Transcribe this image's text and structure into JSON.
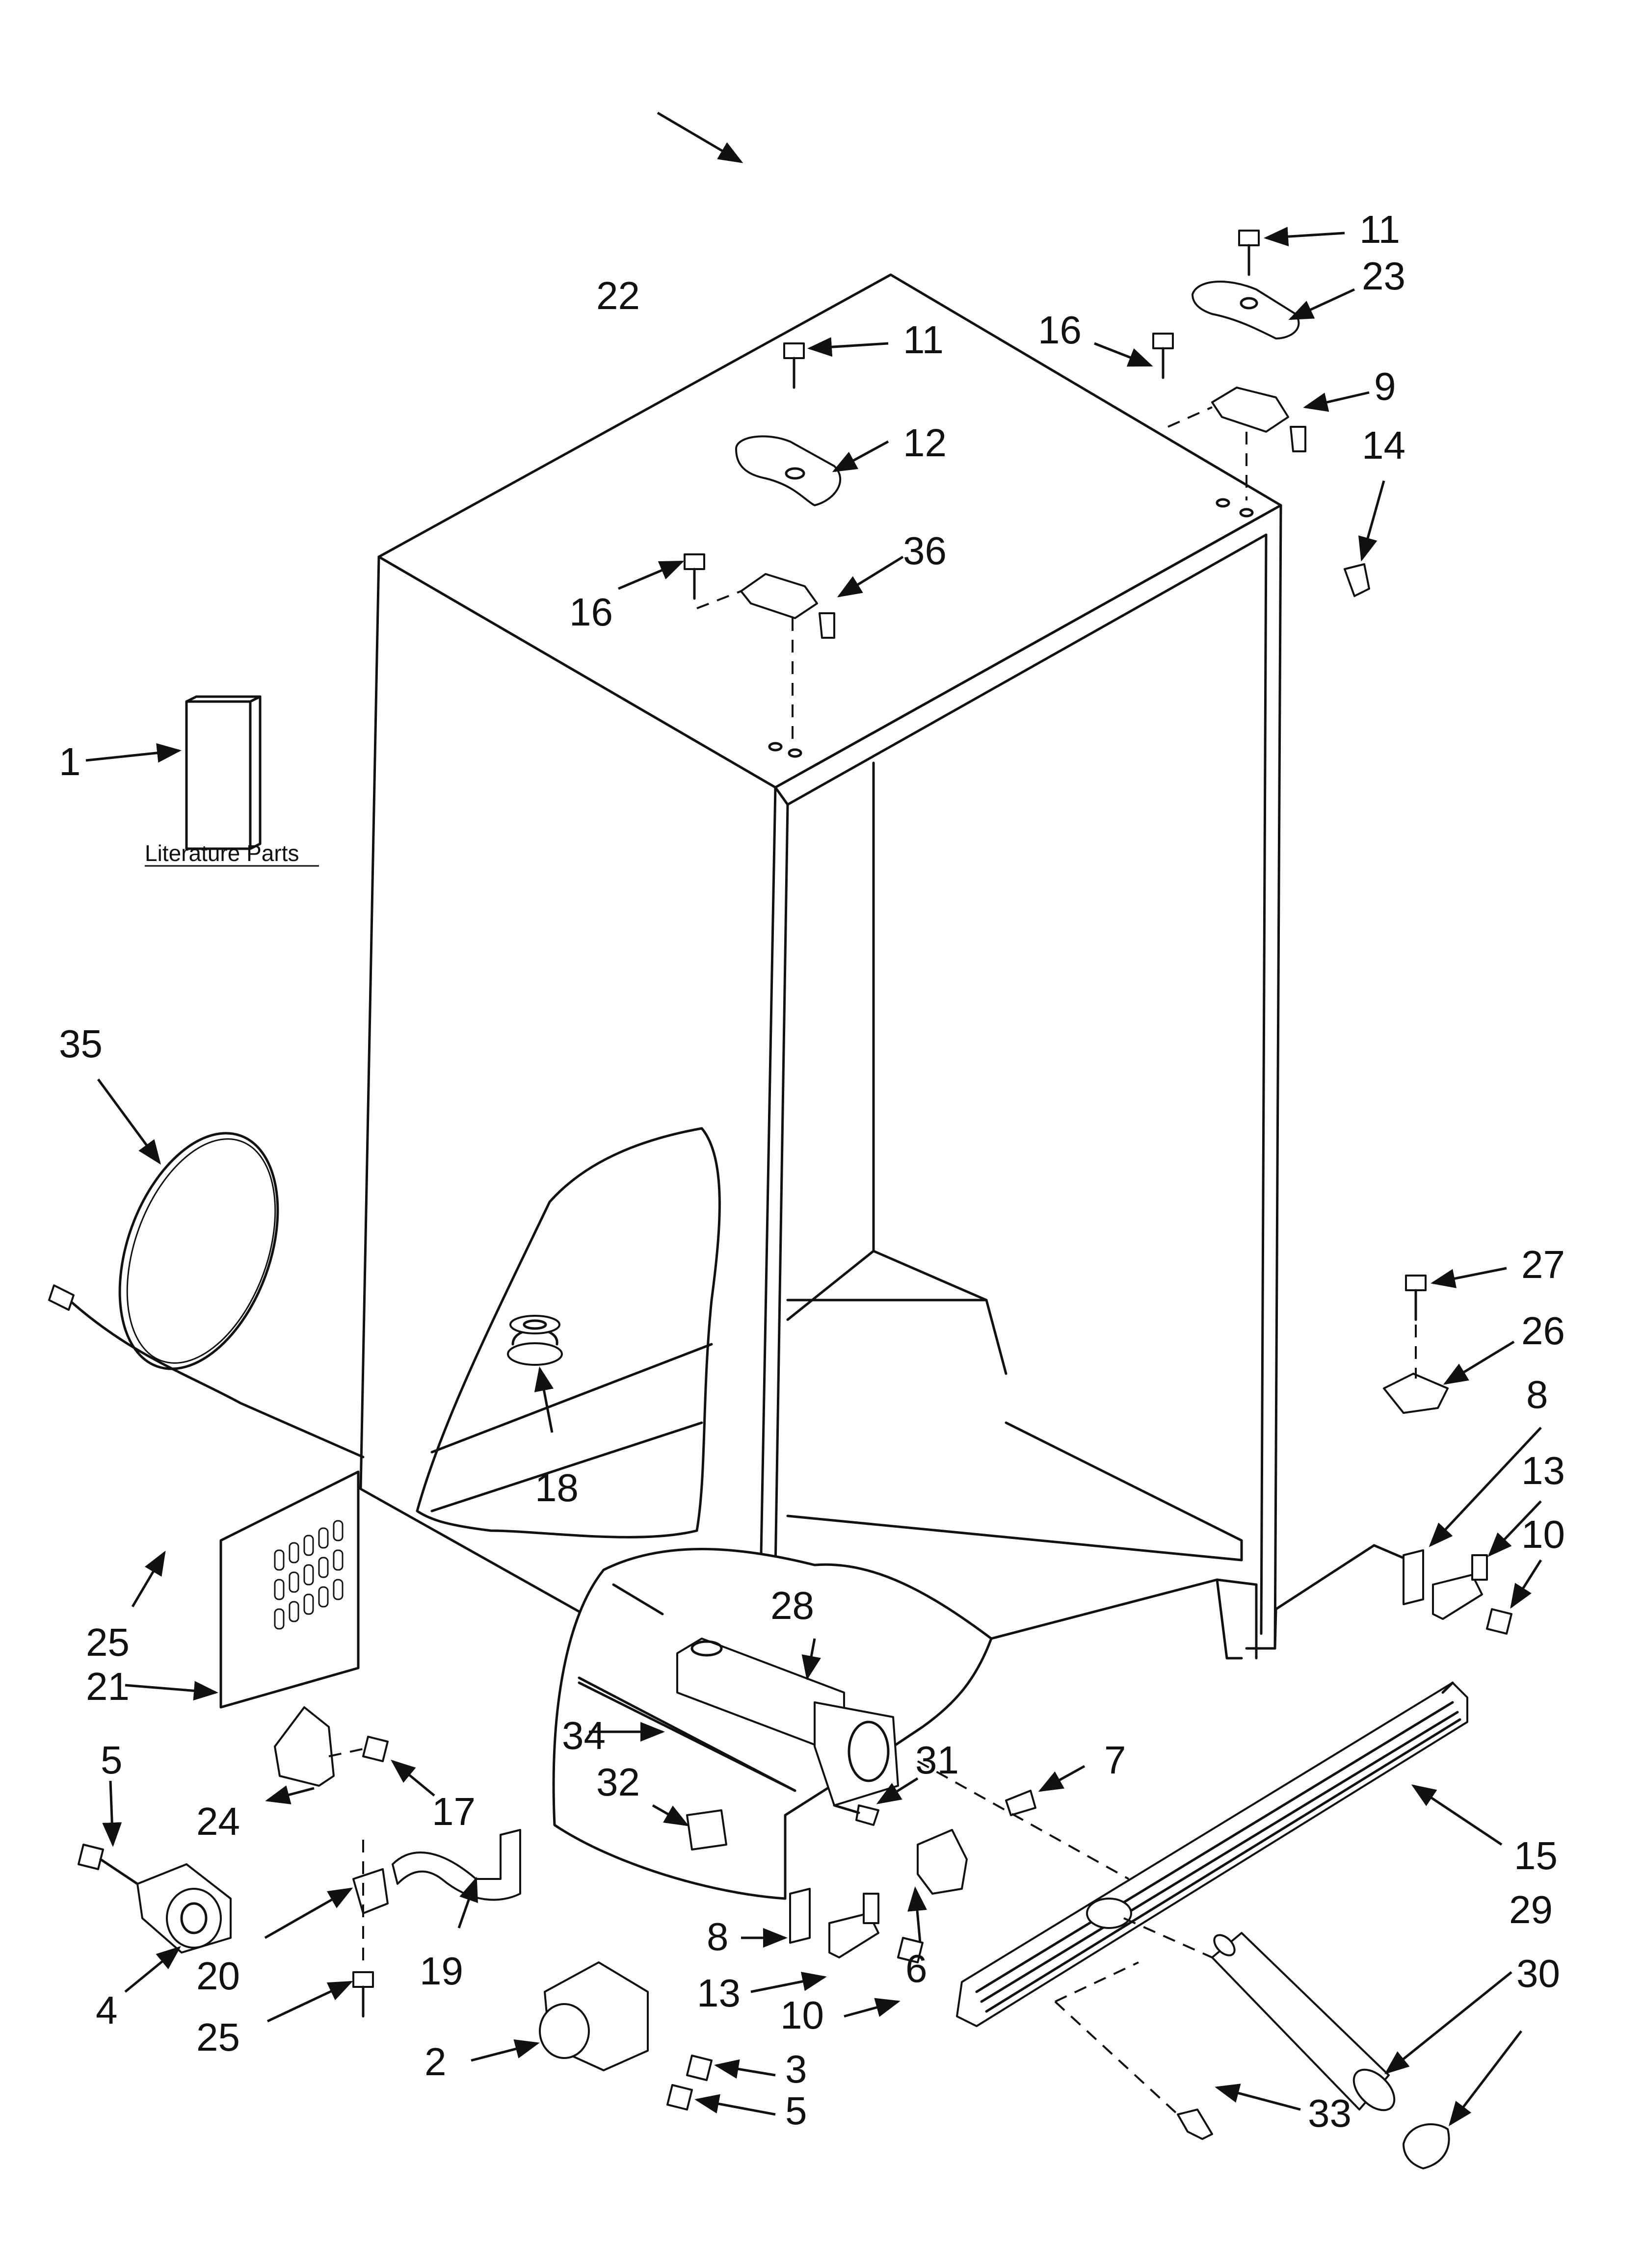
{
  "caption": {
    "literature_parts": "Literature Parts"
  },
  "callouts": [
    {
      "id": "c1",
      "text": "1"
    },
    {
      "id": "c2",
      "text": "2"
    },
    {
      "id": "c3",
      "text": "3"
    },
    {
      "id": "c4",
      "text": "4"
    },
    {
      "id": "c5a",
      "text": "5"
    },
    {
      "id": "c5b",
      "text": "5"
    },
    {
      "id": "c6",
      "text": "6"
    },
    {
      "id": "c7",
      "text": "7"
    },
    {
      "id": "c8a",
      "text": "8"
    },
    {
      "id": "c8b",
      "text": "8"
    },
    {
      "id": "c9",
      "text": "9"
    },
    {
      "id": "c10a",
      "text": "10"
    },
    {
      "id": "c10b",
      "text": "10"
    },
    {
      "id": "c11a",
      "text": "11"
    },
    {
      "id": "c11b",
      "text": "11"
    },
    {
      "id": "c12",
      "text": "12"
    },
    {
      "id": "c13a",
      "text": "13"
    },
    {
      "id": "c13b",
      "text": "13"
    },
    {
      "id": "c14",
      "text": "14"
    },
    {
      "id": "c15",
      "text": "15"
    },
    {
      "id": "c16a",
      "text": "16"
    },
    {
      "id": "c16b",
      "text": "16"
    },
    {
      "id": "c17",
      "text": "17"
    },
    {
      "id": "c18",
      "text": "18"
    },
    {
      "id": "c19",
      "text": "19"
    },
    {
      "id": "c20",
      "text": "20"
    },
    {
      "id": "c21",
      "text": "21"
    },
    {
      "id": "c22",
      "text": "22"
    },
    {
      "id": "c23",
      "text": "23"
    },
    {
      "id": "c24",
      "text": "24"
    },
    {
      "id": "c25a",
      "text": "25"
    },
    {
      "id": "c25b",
      "text": "25"
    },
    {
      "id": "c26",
      "text": "26"
    },
    {
      "id": "c27",
      "text": "27"
    },
    {
      "id": "c28",
      "text": "28"
    },
    {
      "id": "c29",
      "text": "29"
    },
    {
      "id": "c30",
      "text": "30"
    },
    {
      "id": "c31",
      "text": "31"
    },
    {
      "id": "c32",
      "text": "32"
    },
    {
      "id": "c33",
      "text": "33"
    },
    {
      "id": "c34",
      "text": "34"
    },
    {
      "id": "c35",
      "text": "35"
    },
    {
      "id": "c36",
      "text": "36"
    }
  ]
}
